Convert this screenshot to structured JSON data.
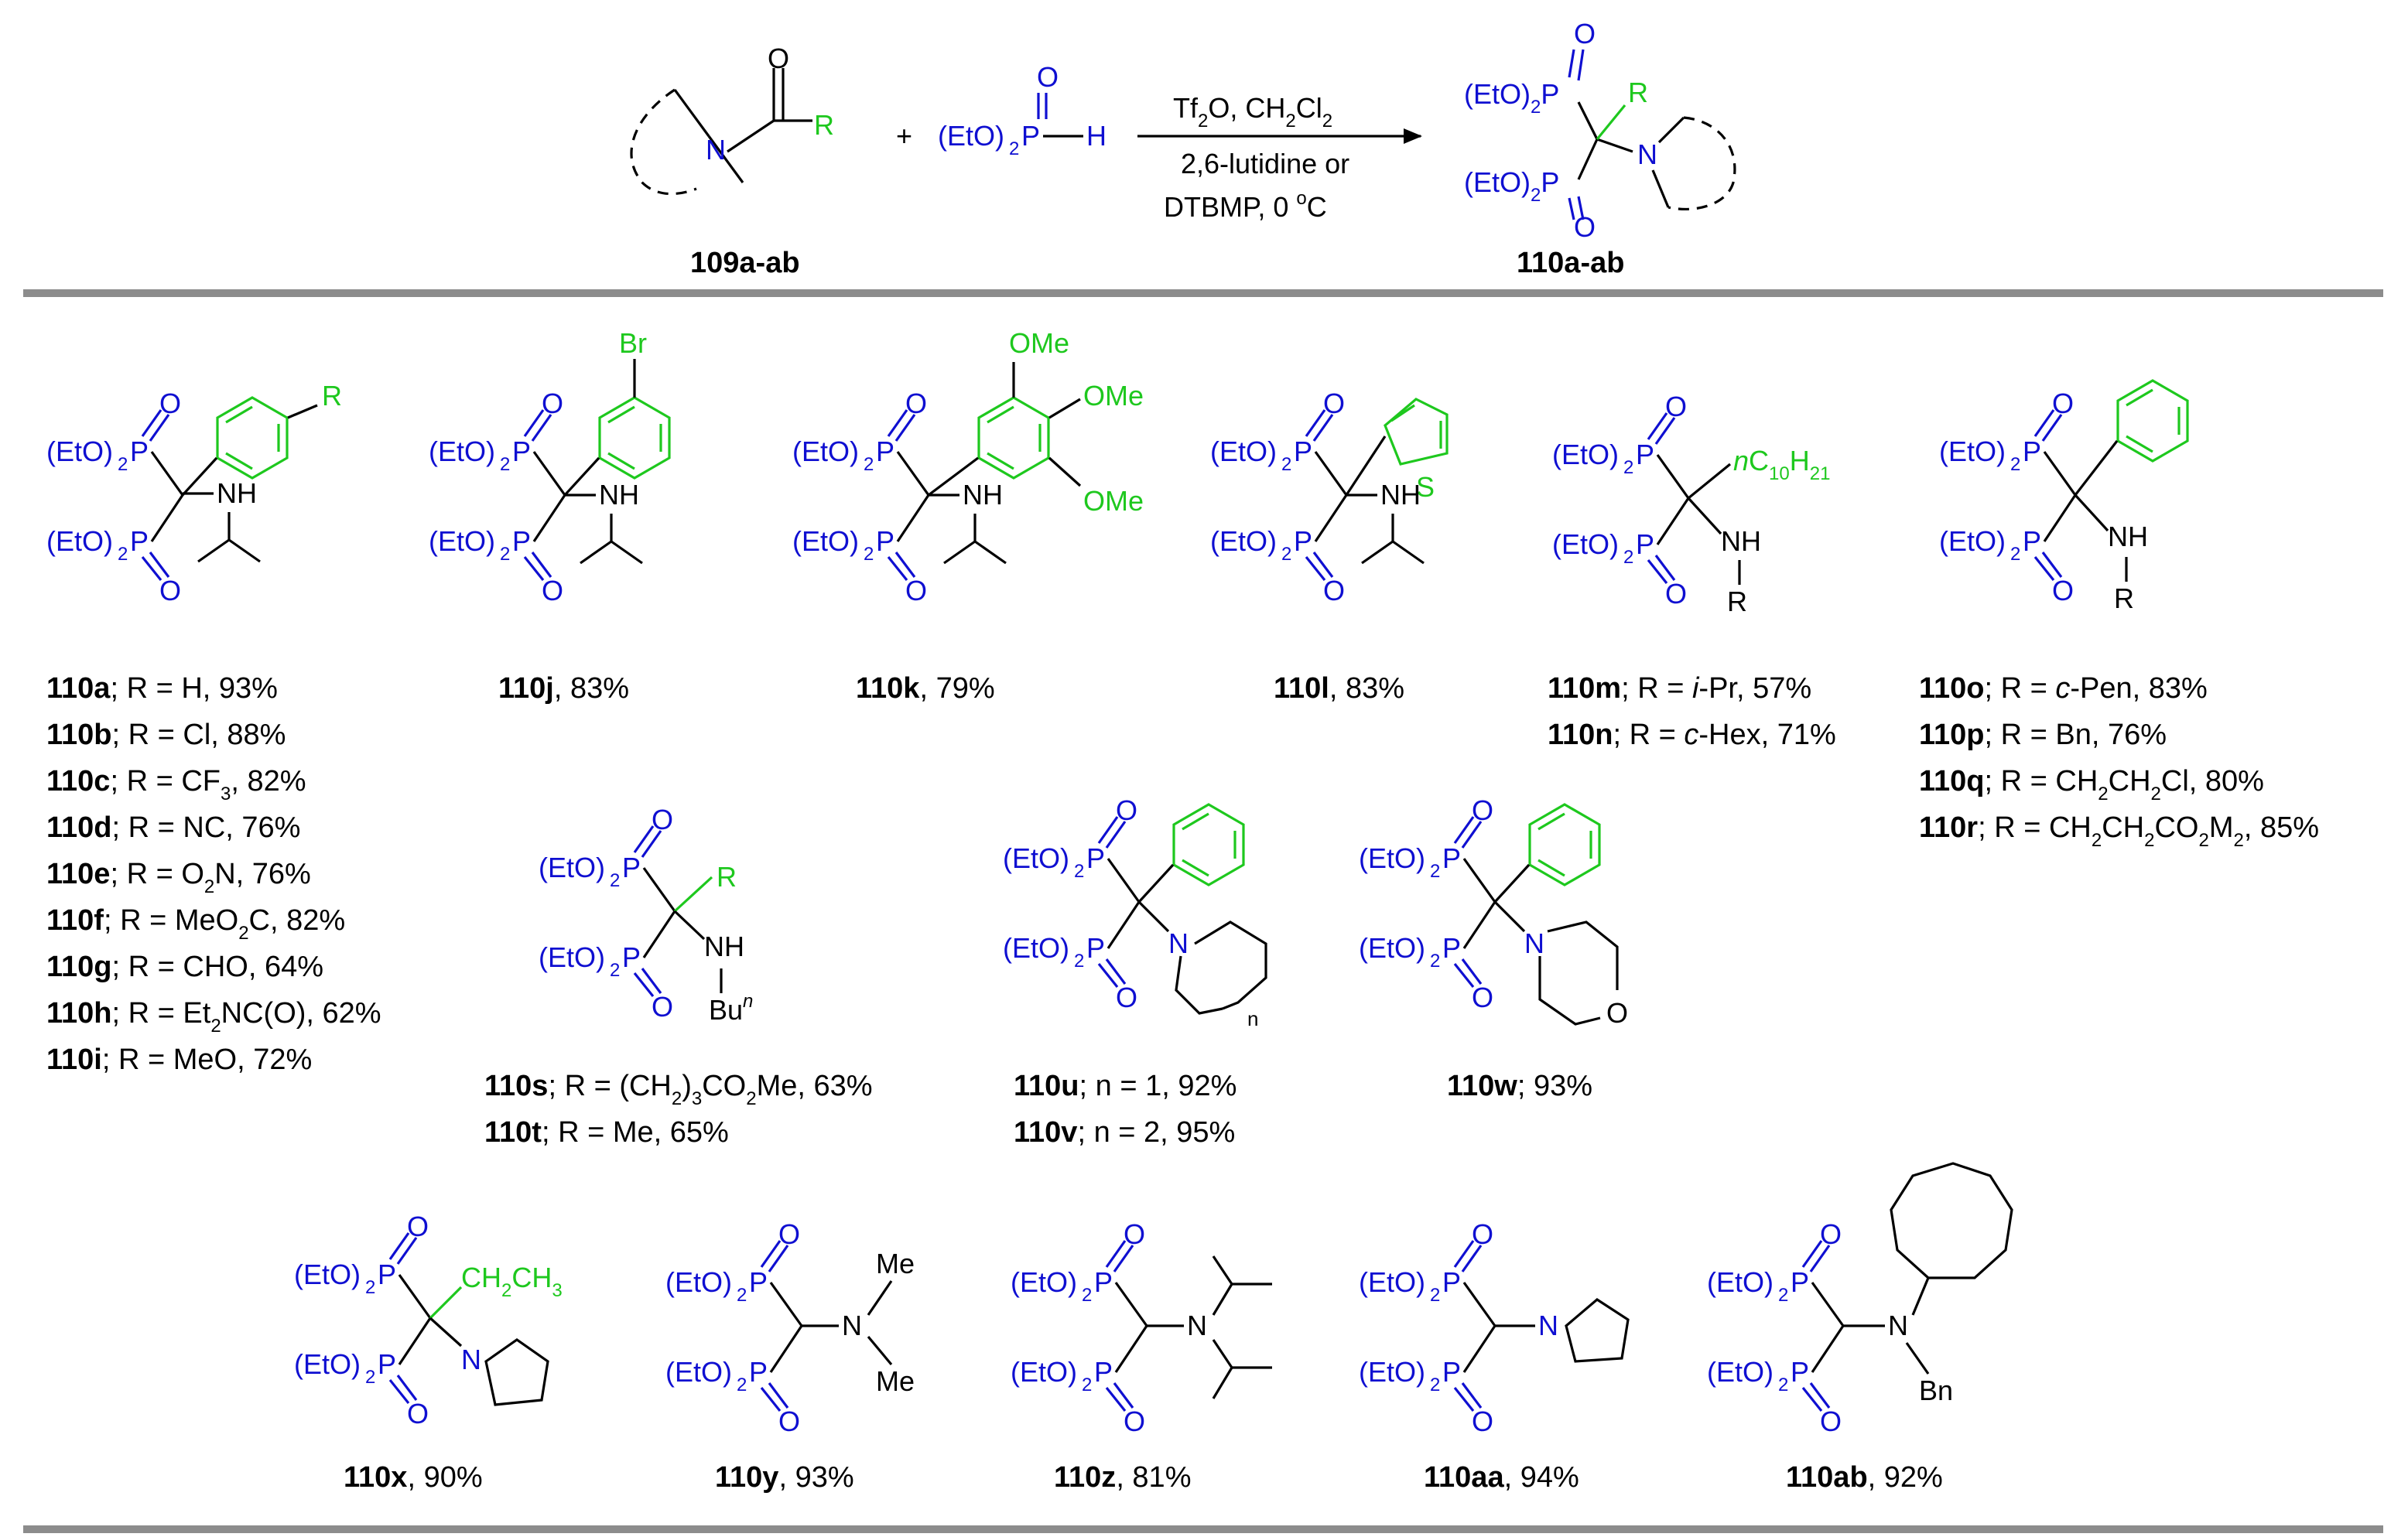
{
  "colors": {
    "blue": "#0f0fd1",
    "green": "#1ec81e",
    "black": "#000000",
    "rule": "#8c8c8c"
  },
  "reaction": {
    "plus": "+",
    "reagent_above": "Tf",
    "reagent_above_sub": "2",
    "reagent_above_rest": "O, CH",
    "reagent_above_sub2": "2",
    "reagent_above_end": "Cl",
    "reagent_above_sub3": "2",
    "cond_line2": "2,6-lutidine or",
    "cond_line3": "DTBMP,  0 ",
    "cond_deg": "o",
    "cond_unit": "C",
    "start_label": "109a-ab",
    "product_label": "110a-ab"
  },
  "atoms": {
    "EtO": "(EtO)",
    "sub2": "2",
    "P": "P",
    "O": "O",
    "H": "H",
    "R": "R",
    "N": "N",
    "NH": "NH",
    "Br": "Br",
    "OMe": "OMe",
    "S": "S",
    "n": "n",
    "C10": "C",
    "sub10": "10",
    "H21": "H",
    "sub21": "21",
    "Bu": "Bu",
    "Me": "Me",
    "Bn": "Bn",
    "CH2CH3": "CH",
    "sub_2": "2",
    "CH3": "CH",
    "sub3": "3"
  },
  "labels": {
    "a": [
      {
        "b": "110a",
        "t": "; R = H, 93%"
      },
      {
        "b": "110b",
        "t": "; R = Cl, 88%"
      },
      {
        "b": "110c",
        "t": "; R = CF",
        "s": "3",
        "e": ", 82%"
      },
      {
        "b": "110d",
        "t": "; R = NC, 76%"
      },
      {
        "b": "110e",
        "t": "; R = O",
        "s": "2",
        "e": "N, 76%"
      },
      {
        "b": "110f",
        "t": "; R = MeO",
        "s": "2",
        "e": "C, 82%"
      },
      {
        "b": "110g",
        "t": "; R = CHO, 64%"
      },
      {
        "b": "110h",
        "t": "; R = Et",
        "s": "2",
        "e": "NC(O), 62%"
      },
      {
        "b": "110i",
        "t": "; R = MeO, 72%"
      }
    ],
    "j": {
      "b": "110j",
      "t": ", 83%"
    },
    "k": {
      "b": "110k",
      "t": ", 79%"
    },
    "l": {
      "b": "110l",
      "t": ", 83%"
    },
    "mn": [
      {
        "b": "110m",
        "t": "; R = ",
        "i": "i",
        "e": "-Pr, 57%"
      },
      {
        "b": "110n",
        "t": "; R = ",
        "i": "c",
        "e": "-Hex, 71%"
      }
    ],
    "oq": [
      {
        "b": "110o",
        "t": "; R = ",
        "i": "c",
        "e": "-Pen, 83%"
      },
      {
        "b": "110p",
        "t": "; R = Bn, 76%"
      },
      {
        "b": "110q",
        "t": "; R = CH",
        "s": "2",
        "m": "CH",
        "s2": "2",
        "e": "Cl, 80%"
      },
      {
        "b": "110r",
        "t": "; R = CH",
        "s": "2",
        "m": "CH",
        "s2": "2",
        "m2": "CO",
        "s3": "2",
        "m3": "M",
        "s4": "2",
        "e": ", 85%"
      }
    ],
    "st": [
      {
        "b": "110s",
        "t": "; R = (CH",
        "s": "2",
        "m": ")",
        "s2": "3",
        "m2": "CO",
        "s3": "2",
        "e": "Me, 63%"
      },
      {
        "b": "110t",
        "t": "; R = Me, 65%"
      }
    ],
    "uv": [
      {
        "b": "110u",
        "t": "; n = 1, 92%"
      },
      {
        "b": "110v",
        "t": "; n = 2, 95%"
      }
    ],
    "w": {
      "b": "110w",
      "t": "; 93%"
    },
    "x": {
      "b": "110x",
      "t": ", 90%"
    },
    "y": {
      "b": "110y",
      "t": ", 93%"
    },
    "z": {
      "b": "110z",
      "t": ", 81%"
    },
    "aa": {
      "b": "110aa",
      "t": ", 94%"
    },
    "ab": {
      "b": "110ab",
      "t": ", 92%"
    }
  }
}
